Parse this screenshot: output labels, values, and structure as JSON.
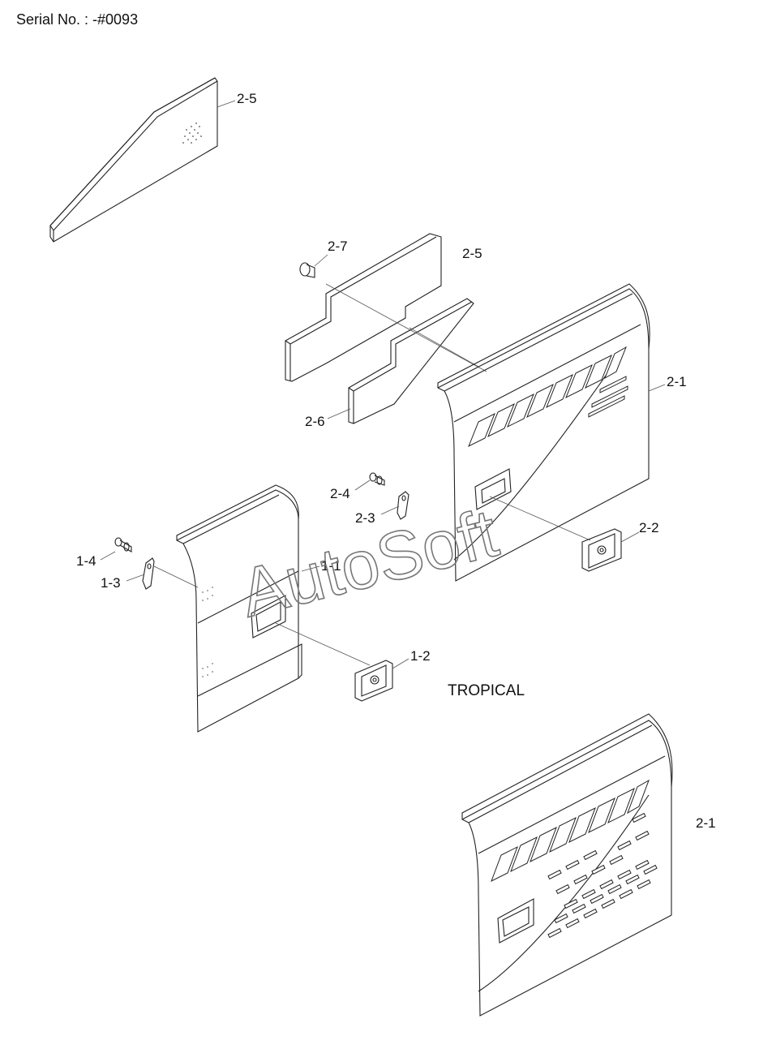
{
  "header": {
    "serial": "Serial No. : -#0093"
  },
  "watermark": "AutoSoft",
  "section_label": "TROPICAL",
  "callouts": {
    "c25_top": "2-5",
    "c27": "2-7",
    "c25_mid": "2-5",
    "c21_main": "2-1",
    "c26": "2-6",
    "c24": "2-4",
    "c23": "2-3",
    "c22": "2-2",
    "c14": "1-4",
    "c13": "1-3",
    "c11": "1-1",
    "c12": "1-2",
    "c21_tropical": "2-1"
  }
}
